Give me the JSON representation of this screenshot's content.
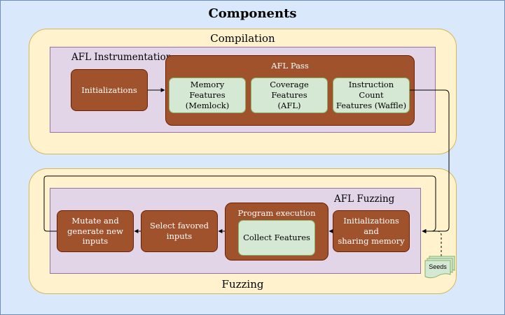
{
  "title": "Components",
  "compilation": {
    "label": "Compilation",
    "instrumentation_label": "AFL Instrumentation",
    "initializations": "Initializations",
    "afl_pass": {
      "label": "AFL Pass",
      "memory": [
        "Memory Features",
        "(Memlock)"
      ],
      "coverage": [
        "Coverage Features",
        "(AFL)"
      ],
      "instruction": [
        "Instruction Count",
        "Features (Waffle)"
      ]
    }
  },
  "fuzzing": {
    "label": "Fuzzing",
    "afl_fuzzing_label": "AFL Fuzzing",
    "mutate": [
      "Mutate and",
      "generate new",
      "inputs"
    ],
    "select": [
      "Select favored",
      "inputs"
    ],
    "program_execution": {
      "label": "Program execution",
      "collect": "Collect Features"
    },
    "init_sharing": [
      "Initializations and",
      "sharing memory"
    ],
    "seeds": "Seeds"
  }
}
